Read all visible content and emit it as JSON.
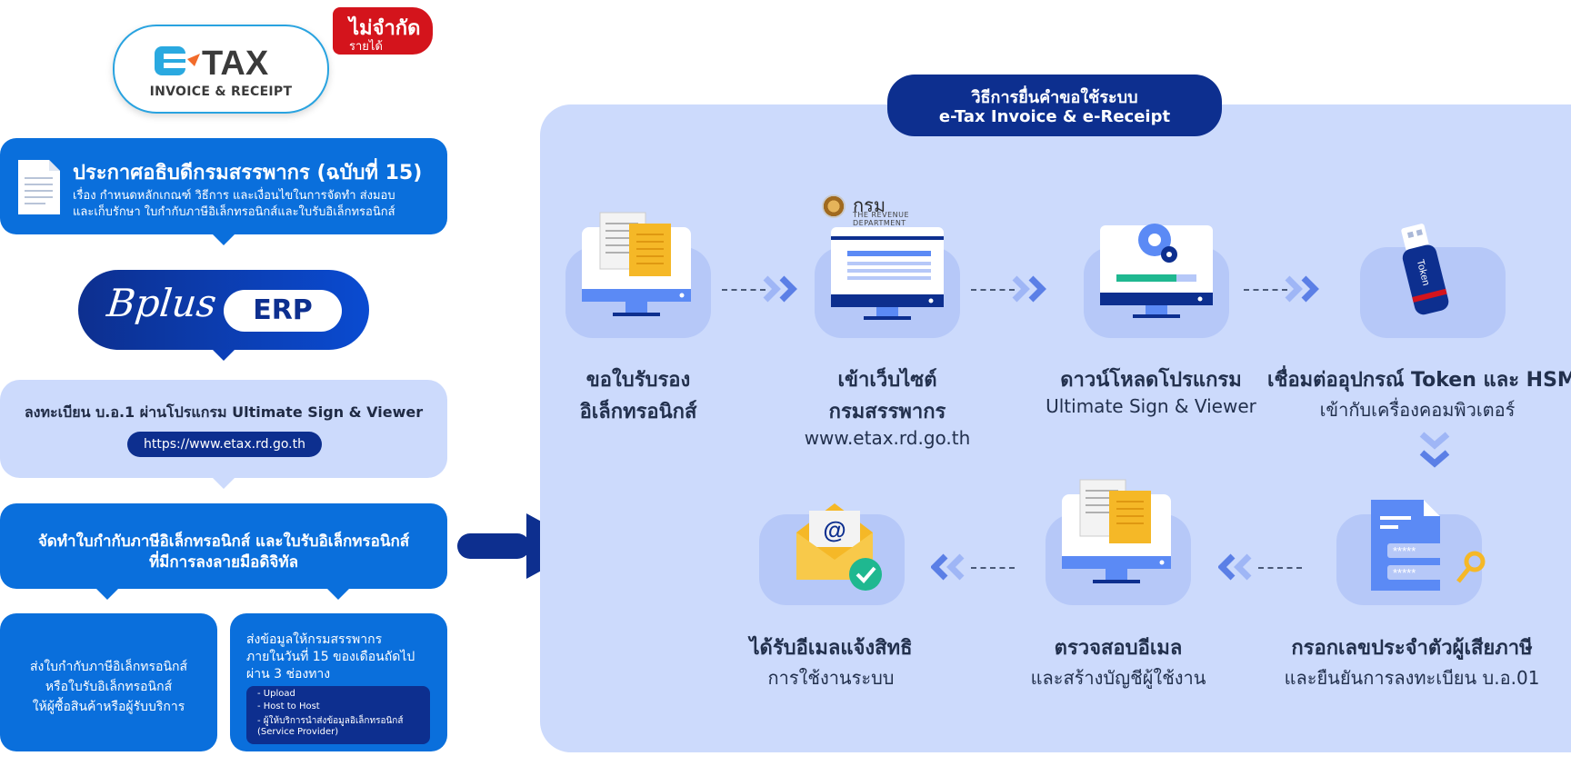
{
  "brand": {
    "logo_text": "E-TAX",
    "logo_subtitle": "INVOICE & RECEIPT",
    "badge_line1": "ไม่จำกัด",
    "badge_line2": "รายได้"
  },
  "announcement": {
    "title": "ประกาศอธิบดีกรมสรรพากร (ฉบับที่ 15)",
    "line1": "เรื่อง กำหนดหลักเกณฑ์ วิธีการ และเงื่อนไขในการจัดทำ ส่งมอบ",
    "line2": "และเก็บรักษา ใบกำกับภาษีอิเล็กทรอนิกส์และใบรับอิเล็กทรอนิกส์"
  },
  "erp": {
    "script_text": "Bplus",
    "label": "ERP"
  },
  "register": {
    "title": "ลงทะเบียน บ.อ.1 ผ่านโปรแกรม Ultimate Sign & Viewer",
    "url": "https://www.etax.rd.go.th"
  },
  "make": {
    "line1": "จัดทำใบกำกับภาษีอิเล็กทรอนิกส์ และใบรับอิเล็กทรอนิกส์",
    "line2": "ที่มีการลงลายมือดิจิทัล"
  },
  "send_buyer": {
    "line1": "ส่งใบกำกับภาษีอิเล็กทรอนิกส์",
    "line2": "หรือใบรับอิเล็กทรอนิกส์",
    "line3": "ให้ผู้ซื้อสินค้าหรือผู้รับบริการ"
  },
  "send_rd": {
    "line1": "ส่งข้อมูลให้กรมสรรพากร",
    "line2": "ภายในวันที่ 15 ของเดือนถัดไป",
    "line3": "ผ่าน 3 ช่องทาง",
    "channels": [
      "- Upload",
      "- Host to Host",
      "- ผู้ให้บริการนำส่งข้อมูลอิเล็กทรอนิกส์",
      "  (Service Provider)"
    ]
  },
  "panel": {
    "title_line1": "วิธีการยื่นคำขอใช้ระบบ",
    "title_line2": "e-Tax Invoice & e-Receipt",
    "rd_logo_main": "กรมสรรพากร",
    "rd_logo_sub": "THE REVENUE DEPARTMENT",
    "token_label": "Token",
    "email_at": "@",
    "password_mask": "*****"
  },
  "steps": [
    {
      "icon": "document-computer-icon",
      "bold1": "ขอใบรับรอง",
      "bold2": "อิเล็กทรอนิกส์"
    },
    {
      "icon": "website-computer-icon",
      "bold1": "เข้าเว็บไซต์",
      "bold2": "กรมสรรพากร",
      "normal": "www.etax.rd.go.th"
    },
    {
      "icon": "download-computer-icon",
      "bold1": "ดาวน์โหลดโปรแกรม",
      "normal": "Ultimate Sign & Viewer"
    },
    {
      "icon": "usb-token-icon",
      "bold1": "เชื่อมต่ออุปกรณ์ Token และ HSM",
      "normal": "เข้ากับเครื่องคอมพิวเตอร์"
    },
    {
      "icon": "password-form-icon",
      "bold1": "กรอกเลขประจำตัวผู้เสียภาษี",
      "normal": "และยืนยันการลงทะเบียน บ.อ.01"
    },
    {
      "icon": "check-email-computer-icon",
      "bold1": "ตรวจสอบอีเมล",
      "normal": "และสร้างบัญชีผู้ใช้งาน"
    },
    {
      "icon": "email-received-icon",
      "bold1": "ได้รับอีเมลแจ้งสิทธิ",
      "normal": "การใช้งานระบบ"
    }
  ],
  "colors": {
    "blue": "#0a6fdc",
    "navy": "#0d2f8f",
    "lavender": "#ccdafc",
    "red": "#d4141c"
  }
}
